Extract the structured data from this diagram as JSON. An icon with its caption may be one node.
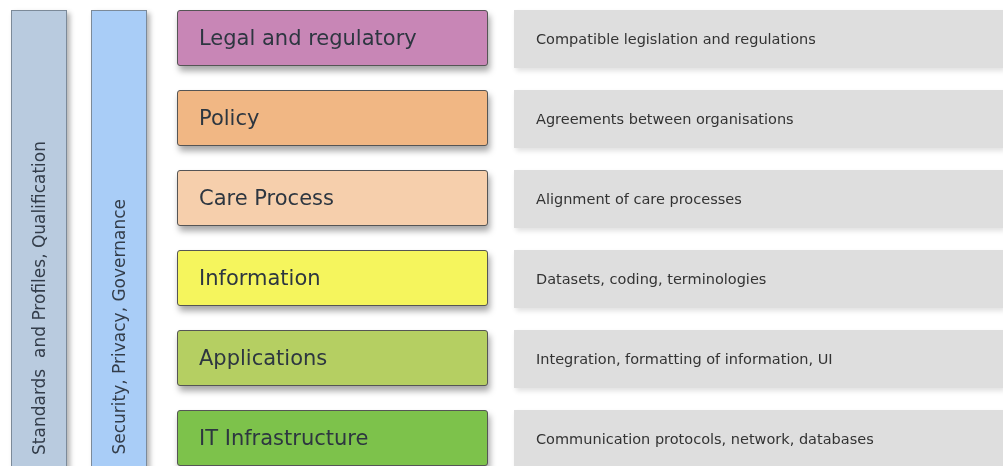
{
  "diagram": {
    "nodes": [
      {
        "text": [
          "Standards  and Profiles, Qualification"
        ]
      },
      {
        "text": [
          "Security, Privacy, Governance"
        ]
      },
      {
        "text": [
          "Legal and regulatory"
        ]
      },
      {
        "text": [
          "Policy"
        ]
      },
      {
        "text": [
          "Care Process"
        ]
      },
      {
        "text": [
          "Information"
        ]
      },
      {
        "text": [
          "Applications"
        ]
      },
      {
        "text": [
          "IT Infrastructure"
        ]
      },
      {
        "text": [
          "Compatible legislation and regulations"
        ]
      },
      {
        "text": [
          "Agreements between organisations"
        ]
      },
      {
        "text": [
          "Alignment of care processes"
        ]
      },
      {
        "text": [
          "Datasets, coding, terminologies"
        ]
      },
      {
        "text": [
          "Integration, formatting of information, UI"
        ]
      },
      {
        "text": [
          "Communication protocols, network, databases"
        ]
      }
    ],
    "edges": []
  }
}
